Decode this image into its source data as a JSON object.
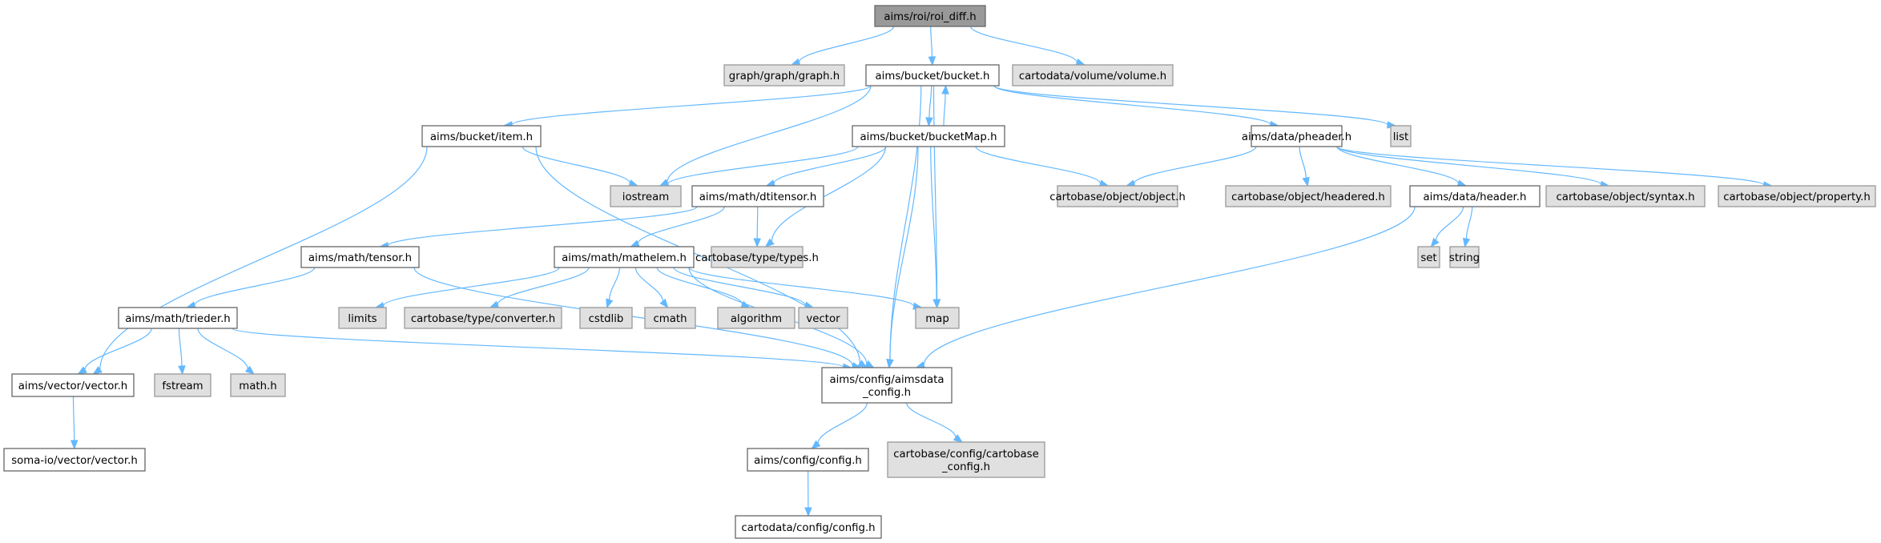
{
  "diagram": {
    "type": "include-dependency-graph",
    "colors": {
      "edge": "#63b8ff",
      "root_fill": "#999999",
      "local_fill": "#ffffff",
      "system_fill": "#e0e0e0",
      "border_dark": "#666666",
      "border_light": "#999999"
    },
    "nodes": [
      {
        "id": "roi_diff",
        "label": "aims/roi/roi_diff.h",
        "kind": "root"
      },
      {
        "id": "graph",
        "label": "graph/graph/graph.h",
        "kind": "system"
      },
      {
        "id": "bucket",
        "label": "aims/bucket/bucket.h",
        "kind": "local"
      },
      {
        "id": "volume",
        "label": "cartodata/volume/volume.h",
        "kind": "system"
      },
      {
        "id": "item",
        "label": "aims/bucket/item.h",
        "kind": "local"
      },
      {
        "id": "bucketMap",
        "label": "aims/bucket/bucketMap.h",
        "kind": "local"
      },
      {
        "id": "pheader",
        "label": "aims/data/pheader.h",
        "kind": "local"
      },
      {
        "id": "list",
        "label": "list",
        "kind": "system"
      },
      {
        "id": "iostream",
        "label": "iostream",
        "kind": "system"
      },
      {
        "id": "dtitensor",
        "label": "aims/math/dtitensor.h",
        "kind": "local"
      },
      {
        "id": "object",
        "label": "cartobase/object/object.h",
        "kind": "system"
      },
      {
        "id": "headered",
        "label": "cartobase/object/headered.h",
        "kind": "system"
      },
      {
        "id": "header",
        "label": "aims/data/header.h",
        "kind": "local"
      },
      {
        "id": "syntax",
        "label": "cartobase/object/syntax.h",
        "kind": "system"
      },
      {
        "id": "property",
        "label": "cartobase/object/property.h",
        "kind": "system"
      },
      {
        "id": "tensor",
        "label": "aims/math/tensor.h",
        "kind": "local"
      },
      {
        "id": "mathelem",
        "label": "aims/math/mathelem.h",
        "kind": "local"
      },
      {
        "id": "types",
        "label": "cartobase/type/types.h",
        "kind": "system"
      },
      {
        "id": "set",
        "label": "set",
        "kind": "system"
      },
      {
        "id": "string",
        "label": "string",
        "kind": "system"
      },
      {
        "id": "trieder",
        "label": "aims/math/trieder.h",
        "kind": "local"
      },
      {
        "id": "limits",
        "label": "limits",
        "kind": "system"
      },
      {
        "id": "converter",
        "label": "cartobase/type/converter.h",
        "kind": "system"
      },
      {
        "id": "cstdlib",
        "label": "cstdlib",
        "kind": "system"
      },
      {
        "id": "cmath",
        "label": "cmath",
        "kind": "system"
      },
      {
        "id": "algorithm",
        "label": "algorithm",
        "kind": "system"
      },
      {
        "id": "vector",
        "label": "vector",
        "kind": "system"
      },
      {
        "id": "map",
        "label": "map",
        "kind": "system"
      },
      {
        "id": "aimsvector",
        "label": "aims/vector/vector.h",
        "kind": "local"
      },
      {
        "id": "fstream",
        "label": "fstream",
        "kind": "system"
      },
      {
        "id": "mathh",
        "label": "math.h",
        "kind": "system"
      },
      {
        "id": "aimsdata_config",
        "label": "aims/config/aimsdata\n_config.h",
        "kind": "local"
      },
      {
        "id": "somavector",
        "label": "soma-io/vector/vector.h",
        "kind": "local"
      },
      {
        "id": "aimsconfig",
        "label": "aims/config/config.h",
        "kind": "local"
      },
      {
        "id": "cartobase_config",
        "label": "cartobase/config/cartobase\n_config.h",
        "kind": "system"
      },
      {
        "id": "cartodataconfig",
        "label": "cartodata/config/config.h",
        "kind": "local"
      }
    ],
    "edges": [
      [
        "roi_diff",
        "graph"
      ],
      [
        "roi_diff",
        "bucket"
      ],
      [
        "roi_diff",
        "volume"
      ],
      [
        "bucket",
        "item"
      ],
      [
        "bucket",
        "iostream"
      ],
      [
        "bucket",
        "bucketMap"
      ],
      [
        "bucket",
        "map"
      ],
      [
        "bucket",
        "aimsdata_config"
      ],
      [
        "bucket",
        "pheader"
      ],
      [
        "bucket",
        "list"
      ],
      [
        "bucketMap",
        "bucket"
      ],
      [
        "bucketMap",
        "iostream"
      ],
      [
        "bucketMap",
        "dtitensor"
      ],
      [
        "bucketMap",
        "types"
      ],
      [
        "bucketMap",
        "map"
      ],
      [
        "bucketMap",
        "aimsdata_config"
      ],
      [
        "bucketMap",
        "object"
      ],
      [
        "item",
        "iostream"
      ],
      [
        "item",
        "aimsvector"
      ],
      [
        "item",
        "aimsdata_config"
      ],
      [
        "pheader",
        "object"
      ],
      [
        "pheader",
        "headered"
      ],
      [
        "pheader",
        "header"
      ],
      [
        "pheader",
        "syntax"
      ],
      [
        "pheader",
        "property"
      ],
      [
        "header",
        "set"
      ],
      [
        "header",
        "string"
      ],
      [
        "header",
        "aimsdata_config"
      ],
      [
        "dtitensor",
        "tensor"
      ],
      [
        "dtitensor",
        "mathelem"
      ],
      [
        "dtitensor",
        "types"
      ],
      [
        "tensor",
        "trieder"
      ],
      [
        "tensor",
        "aimsdata_config"
      ],
      [
        "mathelem",
        "limits"
      ],
      [
        "mathelem",
        "converter"
      ],
      [
        "mathelem",
        "cstdlib"
      ],
      [
        "mathelem",
        "cmath"
      ],
      [
        "mathelem",
        "algorithm"
      ],
      [
        "mathelem",
        "vector"
      ],
      [
        "mathelem",
        "map"
      ],
      [
        "mathelem",
        "aimsdata_config"
      ],
      [
        "trieder",
        "aimsvector"
      ],
      [
        "trieder",
        "fstream"
      ],
      [
        "trieder",
        "mathh"
      ],
      [
        "trieder",
        "aimsdata_config"
      ],
      [
        "aimsvector",
        "somavector"
      ],
      [
        "aimsdata_config",
        "aimsconfig"
      ],
      [
        "aimsdata_config",
        "cartobase_config"
      ],
      [
        "aimsconfig",
        "cartodataconfig"
      ]
    ]
  }
}
